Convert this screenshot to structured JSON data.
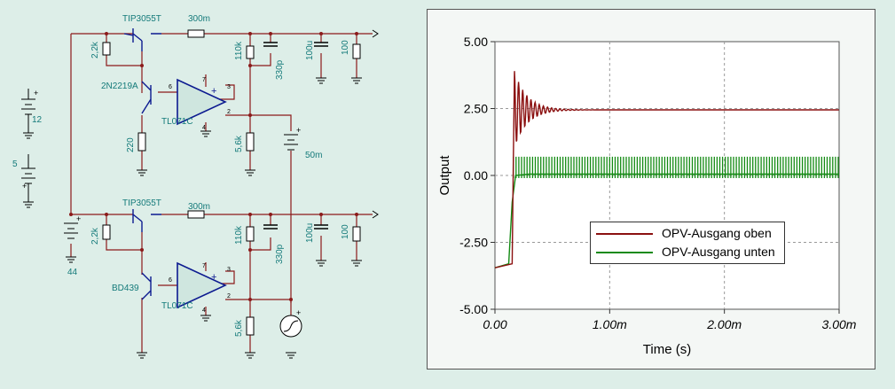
{
  "schematic": {
    "components_top": {
      "transistor_power": "TIP3055T",
      "shunt": "300m",
      "r_base": "2,2k",
      "driver": "2N2219A",
      "r_emitter": "220",
      "opamp": "TL071C",
      "r_fb_high": "110k",
      "c_comp": "330p",
      "c_out": "100u",
      "r_load": "100",
      "r_fb_low": "5,6k"
    },
    "components_bottom": {
      "transistor_power": "TIP3055T",
      "shunt": "300m",
      "r_base": "2,2k",
      "driver": "BD439",
      "opamp": "TL071C",
      "r_fb_high": "110k",
      "c_comp": "330p",
      "c_out": "100u",
      "r_load": "100",
      "r_fb_low": "5,6k"
    },
    "sources": {
      "v_aux_1": "12",
      "v_aux_2": "5",
      "v_supply": "44",
      "v_ref": "50m"
    },
    "pins": {
      "p7": "7",
      "p4": "4",
      "p3": "3",
      "p2": "2",
      "p6": "6"
    }
  },
  "chart_data": {
    "type": "line",
    "xlabel": "Time (s)",
    "ylabel": "Output",
    "xlim": [
      0,
      0.003
    ],
    "ylim": [
      -5,
      5
    ],
    "x_ticks": [
      "0.00",
      "1.00m",
      "2.00m",
      "3.00m"
    ],
    "y_ticks": [
      "5.00",
      "2.50",
      "0.00",
      "-2.50",
      "-5.00"
    ],
    "grid": true,
    "legend_position": "center-right",
    "series": [
      {
        "name": "OPV-Ausgang oben",
        "color": "#8b1010",
        "x": [
          0,
          0.00015,
          0.00016,
          0.00017,
          0.000185,
          0.0002,
          0.00025,
          0.0003,
          0.0005,
          0.0007,
          0.003
        ],
        "y": [
          -3.45,
          -3.3,
          0.5,
          3.9,
          1.8,
          3.0,
          2.2,
          2.7,
          2.5,
          2.45,
          2.45
        ]
      },
      {
        "name": "OPV-Ausgang unten",
        "color": "#138a13",
        "x": [
          0,
          0.00012,
          0.00015,
          0.00018,
          0.0003,
          0.003
        ],
        "y": [
          -3.45,
          -3.3,
          -1.0,
          0.0,
          0.05,
          0.05
        ],
        "ripple_band": [
          -0.1,
          0.7
        ]
      }
    ]
  }
}
